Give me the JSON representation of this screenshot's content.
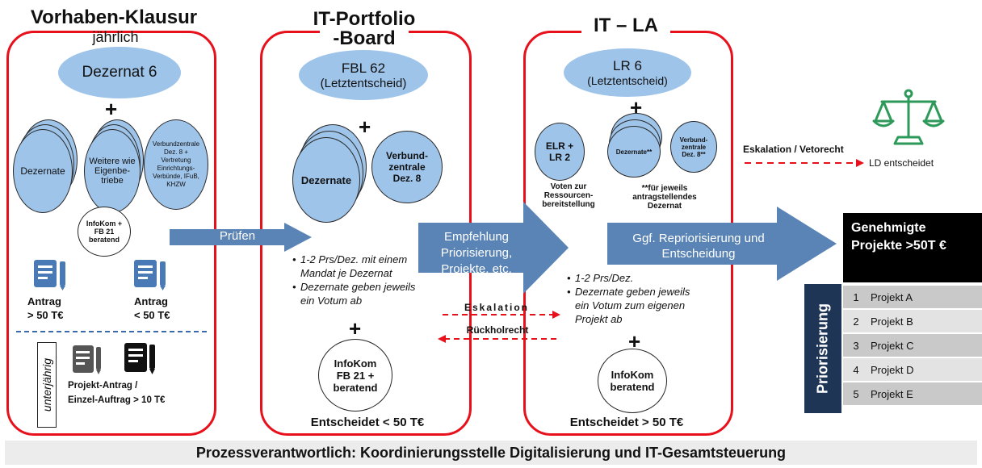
{
  "panels": {
    "p1": {
      "title": "Vorhaben-Klausur",
      "subtitle": "jährlich",
      "top_ellipse": "Dezernat 6",
      "circle_left": "Dezernate",
      "circle_mid": "Weitere wie Eigenbe-triebe",
      "circle_right": "Verbundzentrale Dez. 8 + Vertretung Einrichtungs-Verbünde, IFuB, KHZW",
      "infokom": "InfoKom + FB 21 beratend",
      "antrag_left": "Antrag",
      "antrag_left_value": "> 50 T€",
      "antrag_right": "Antrag",
      "antrag_right_value": "< 50 T€",
      "unterjaehrig": "unterjährig",
      "einzel_line1": "Projekt-Antrag /",
      "einzel_line2": "Einzel-Auftrag  > 10 T€"
    },
    "p2": {
      "title_line1": "IT-Portfolio",
      "title_line2": "-Board",
      "ellipse_line1": "FBL 62",
      "ellipse_line2": "(Letztentscheid)",
      "circle_left": "Dezernate",
      "circle_right": "Verbund-zentrale Dez. 8",
      "bullets": [
        "1-2 Prs/Dez. mit einem Mandat je Dezernat",
        "Dezernate geben jeweils ein Votum ab"
      ],
      "infokom": "InfoKom FB 21 + beratend",
      "footer": "Entscheidet < 50 T€"
    },
    "p3": {
      "title": "IT – LA",
      "ellipse_line1": "LR 6",
      "ellipse_line2": "(Letztentscheid)",
      "circle_elr": "ELR + LR 2",
      "circle_dez": "Dezernate**",
      "circle_vz": "Verbund-zentrale Dez. 8**",
      "voten": "Voten zur Ressourcen-bereitstellung",
      "footnote": "**für jeweils antragstellendes Dezernat",
      "bullets": [
        "1-2 Prs/Dez.",
        "Dezernate geben jeweils ein Votum zum eigenen Projekt ab"
      ],
      "infokom": "InfoKom beratend",
      "footer": "Entscheidet > 50 T€"
    }
  },
  "arrows": {
    "pruefen": "Prüfen",
    "empfehlung": "Empfehlung Priorisierung, Projekte, etc.",
    "repriorisierung": "Ggf. Repriorisierung und Entscheidung",
    "eskalation": "Eskalation",
    "rueckholrecht": "Rückholrecht",
    "eskalation_veto": "Eskalation / Vetorecht",
    "ld": "LD entscheidet"
  },
  "genehmigte": {
    "header": "Genehmigte Projekte >50T €",
    "side_label": "Priorisierung",
    "rows": [
      {
        "num": "1",
        "name": "Projekt A"
      },
      {
        "num": "2",
        "name": "Projekt B"
      },
      {
        "num": "3",
        "name": "Projekt C"
      },
      {
        "num": "4",
        "name": "Projekt D"
      },
      {
        "num": "5",
        "name": "Projekt E"
      }
    ]
  },
  "footer": "Prozessverantwortlich: Koordinierungsstelle Digitalisierung und IT-Gesamtsteuerung",
  "colors": {
    "red": "#e8101b",
    "blue_fill": "#9ec4ea",
    "arrow_blue": "#5a84b5",
    "icon_blue": "#4a7ab5",
    "green": "#2e9a5a"
  }
}
